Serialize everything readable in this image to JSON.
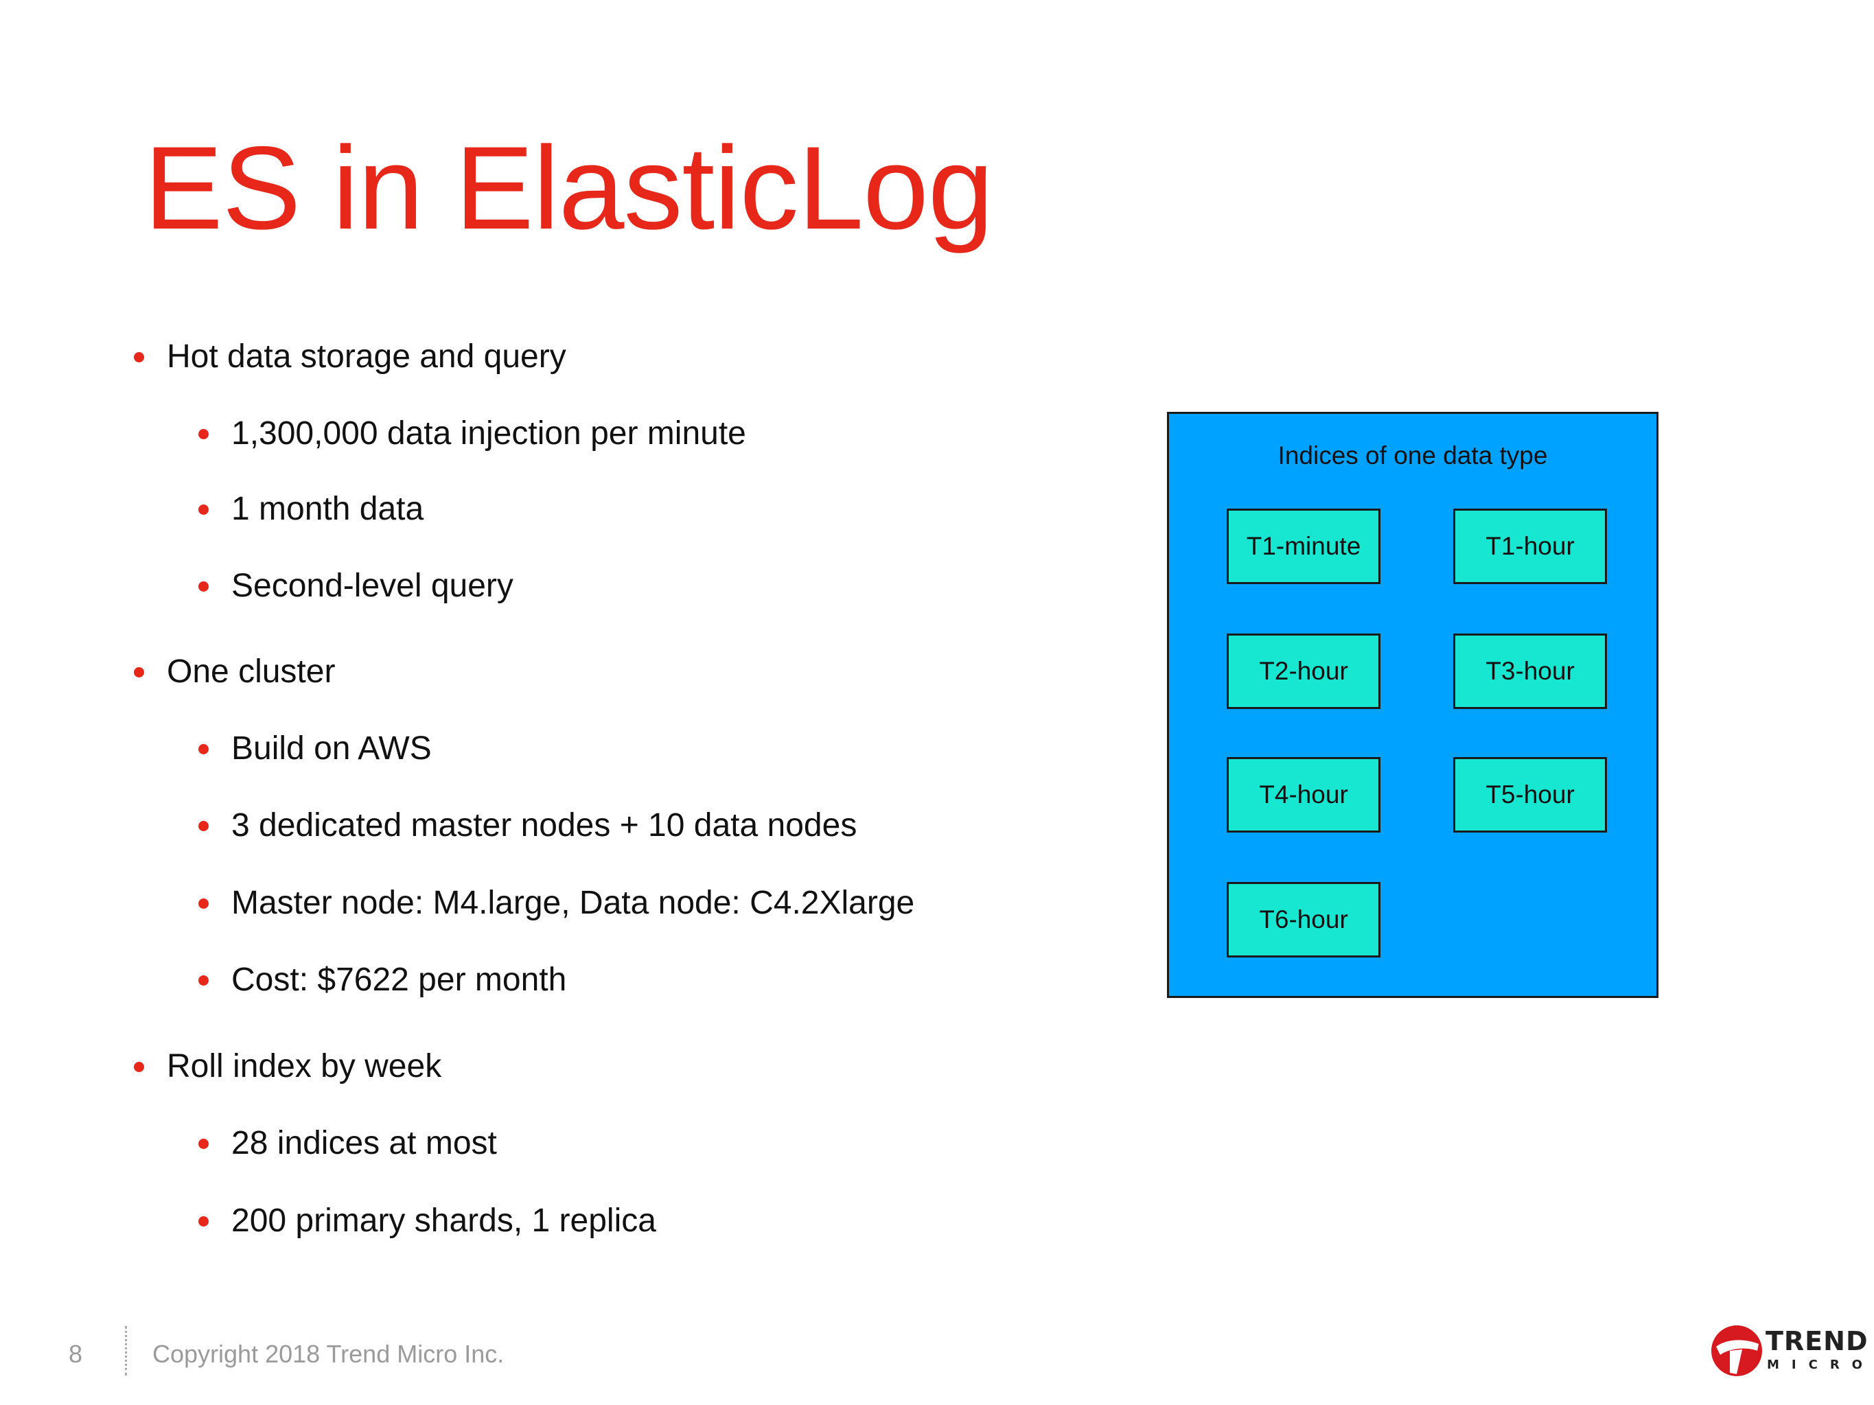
{
  "slide": {
    "title": "ES in ElasticLog",
    "accent_color": "#e8271b",
    "bullets": [
      {
        "level": 1,
        "text": "Hot data storage and query"
      },
      {
        "level": 2,
        "text": "1,300,000 data injection per minute"
      },
      {
        "level": 2,
        "text": "1 month data"
      },
      {
        "level": 2,
        "text": "Second-level query"
      },
      {
        "level": 1,
        "text": "One cluster"
      },
      {
        "level": 2,
        "text": "Build on AWS"
      },
      {
        "level": 2,
        "text": "3 dedicated master nodes + 10 data nodes"
      },
      {
        "level": 2,
        "text": "Master node: M4.large, Data node: C4.2Xlarge"
      },
      {
        "level": 2,
        "text": "Cost: $7622 per month"
      },
      {
        "level": 1,
        "text": "Roll index by week"
      },
      {
        "level": 2,
        "text": "28 indices at most"
      },
      {
        "level": 2,
        "text": "200 primary shards, 1 replica"
      }
    ]
  },
  "diagram": {
    "title": "Indices of one data type",
    "container_color": "#00a2ff",
    "box_color": "#17e6d0",
    "indices": [
      "T1-minute",
      "T1-hour",
      "T2-hour",
      "T3-hour",
      "T4-hour",
      "T5-hour",
      "T6-hour"
    ]
  },
  "footer": {
    "page_number": "8",
    "copyright": "Copyright 2018 Trend Micro Inc.",
    "logo_text": "TREND",
    "logo_subtext": "MICRO",
    "logo_icon": "trend-micro-logo-icon"
  }
}
